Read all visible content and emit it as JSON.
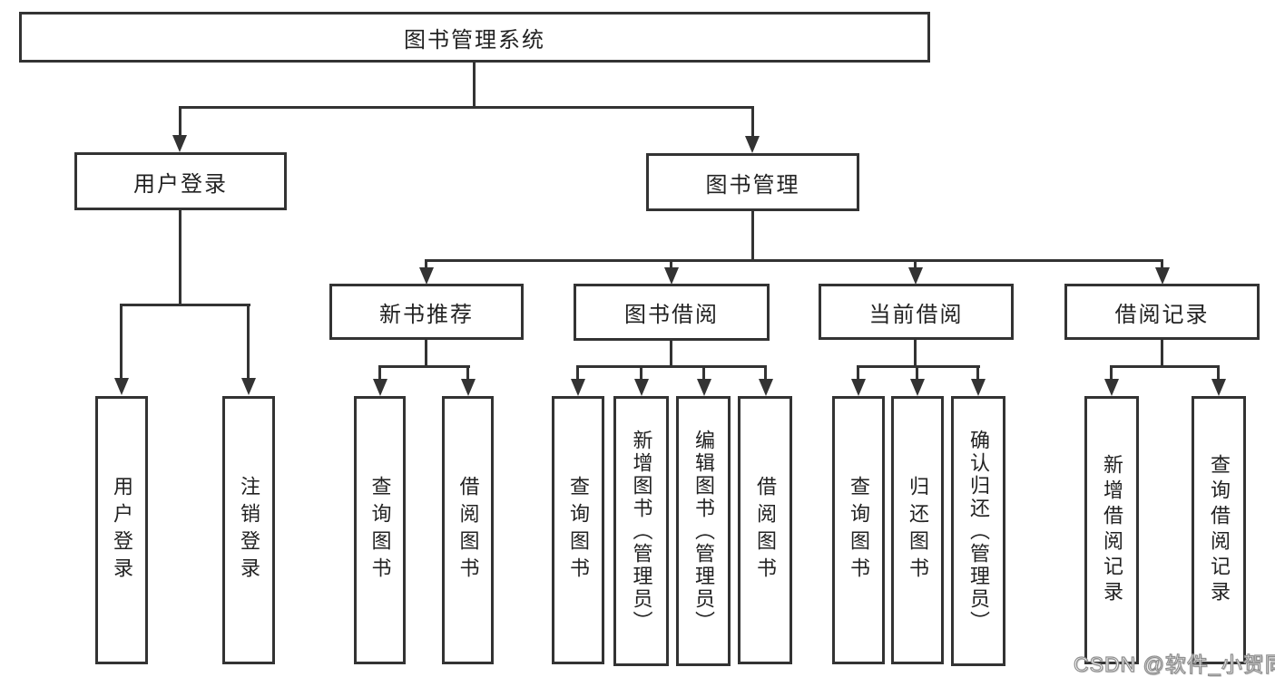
{
  "tree": {
    "label": "图书管理系统",
    "children": [
      {
        "label": "用户登录",
        "children": [
          {
            "label": "用户登录"
          },
          {
            "label": "注销登录"
          }
        ]
      },
      {
        "label": "图书管理",
        "children": [
          {
            "label": "新书推荐",
            "children": [
              {
                "label": "查询图书"
              },
              {
                "label": "借阅图书"
              }
            ]
          },
          {
            "label": "图书借阅",
            "children": [
              {
                "label": "查询图书"
              },
              {
                "label": "新增图书（管理员）"
              },
              {
                "label": "编辑图书（管理员）"
              },
              {
                "label": "借阅图书"
              }
            ]
          },
          {
            "label": "当前借阅",
            "children": [
              {
                "label": "查询图书"
              },
              {
                "label": "归还图书"
              },
              {
                "label": "确认归还（管理员）"
              }
            ]
          },
          {
            "label": "借阅记录",
            "children": [
              {
                "label": "新增借阅记录"
              },
              {
                "label": "查询借阅记录"
              }
            ]
          }
        ]
      }
    ]
  },
  "watermark": "CSDN @软件_小贺同学",
  "colors": {
    "line": "#333333",
    "text": "#222222",
    "background": "#ffffff",
    "watermark_stroke": "#8f8f8f",
    "watermark_fill": "#ffffff"
  }
}
